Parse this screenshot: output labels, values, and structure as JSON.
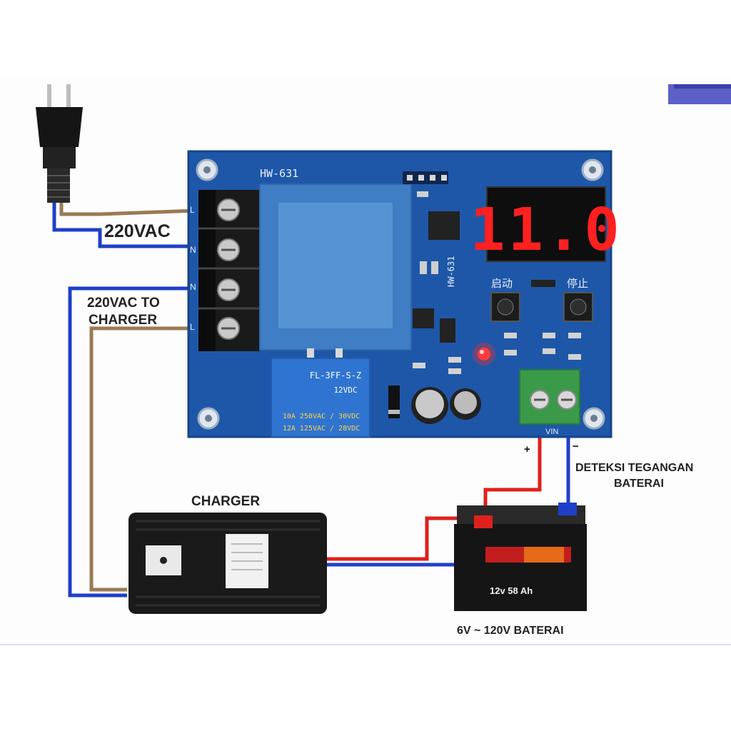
{
  "labels": {
    "ac_input": "220VAC",
    "ac_to_charger_line1": "220VAC TO",
    "ac_to_charger_line2": "CHARGER",
    "charger": "CHARGER",
    "detect_line1": "DETEKSI TEGANGAN",
    "detect_line2": "BATERAI",
    "battery": "6V ~ 120V BATERAI"
  },
  "board": {
    "model": "HW-631",
    "model_vertical": "HW-631",
    "display_value": "11.0",
    "start_button_label": "启动",
    "stop_button_label": "停止",
    "relay_model": "FL-3FF-S-Z",
    "relay_coil": "12VDC",
    "relay_rating_1": "10A  250VAC / 30VDC",
    "relay_rating_2": "12A  125VAC / 28VDC",
    "terminal_labels": [
      "L",
      "N",
      "N",
      "L"
    ],
    "vin_label": "VIN",
    "vin_plus": "+",
    "vin_minus": "−"
  },
  "battery": {
    "spec": "12v 58 Ah"
  },
  "colors": {
    "wire_brown": "#9a7a52",
    "wire_blue": "#1f3fc8",
    "wire_red": "#e0201c",
    "pcb_blue": "#1e57a8",
    "transformer": "#4a86c8",
    "led_red": "#ff2a2a",
    "terminal_green": "#3a9a4a"
  },
  "icons": [
    "power-plug-icon",
    "led-indicator-icon"
  ]
}
